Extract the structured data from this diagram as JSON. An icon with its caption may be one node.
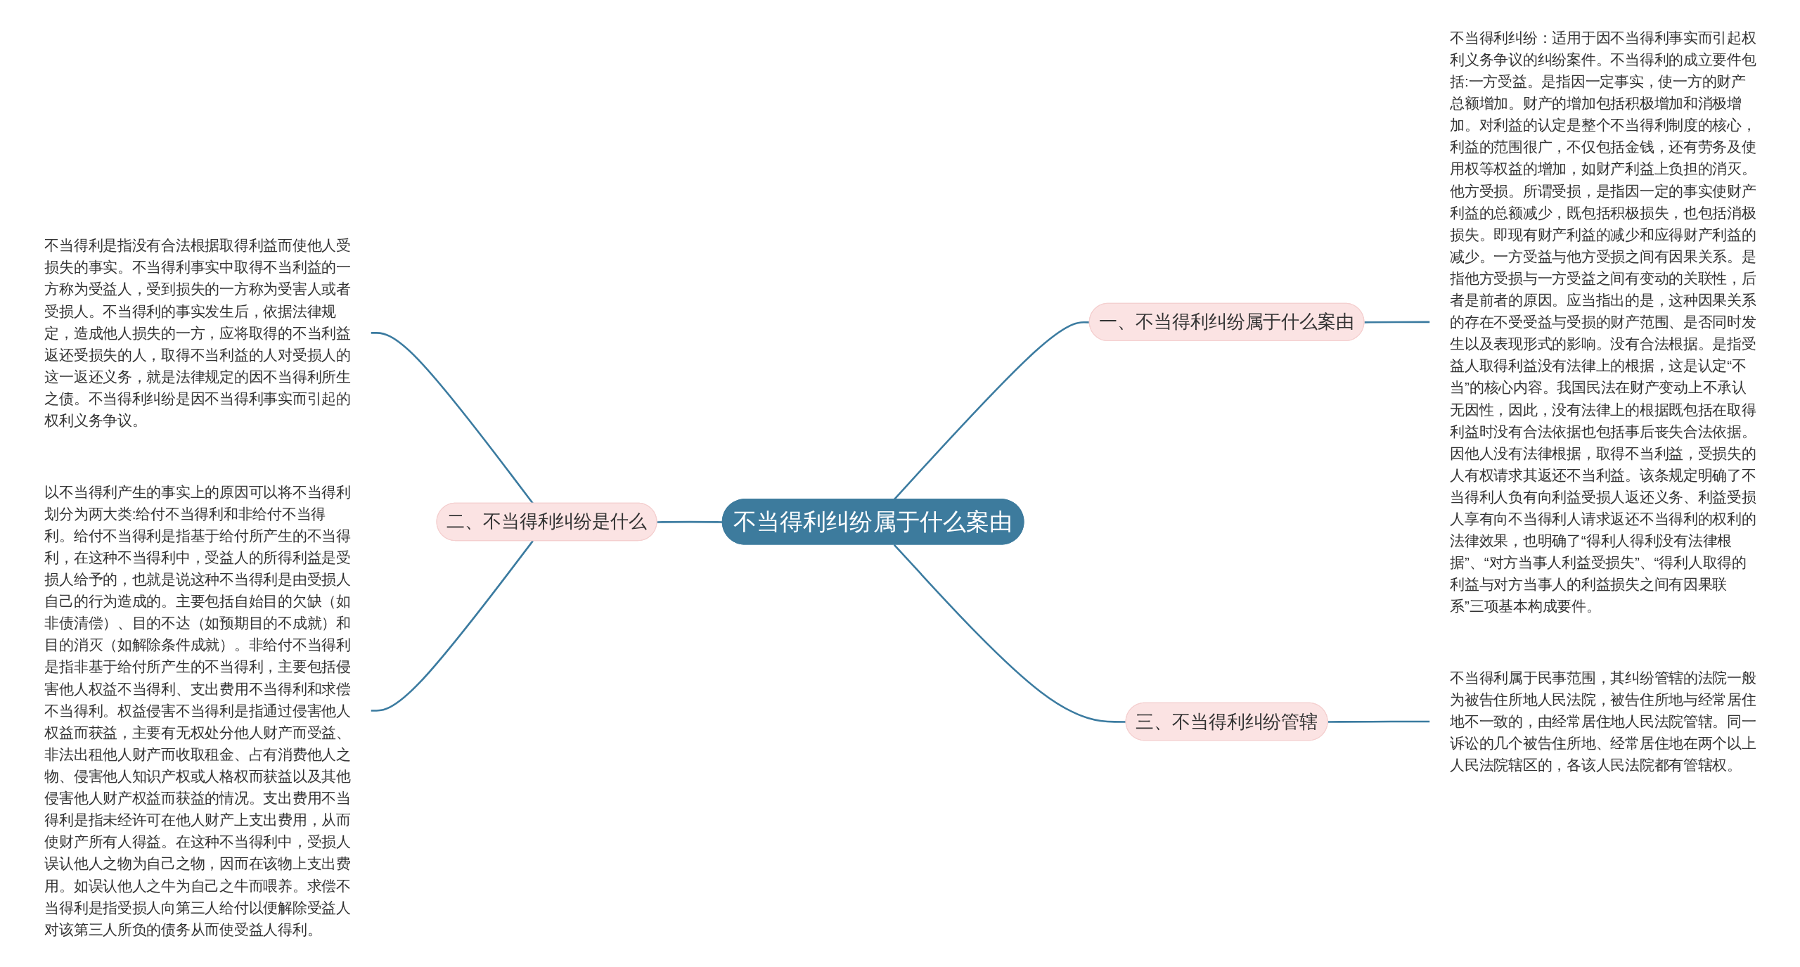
{
  "diagram": {
    "nodes": [
      {
        "text": [
          "不当得利纠纷属于什么案由"
        ]
      },
      {
        "text": [
          "一、不当得利纠纷属于什么案由"
        ]
      },
      {
        "text": [
          "不当得利纠纷：适用于因不当得利事实而引起权利义务争议的纠纷案件。不当得利的成立要件包括:一方受益。是指因一定事实，使一方的财产总额增加。财产的增加包括积极增加和消极增加。对利益的认定是整个不当得利制度的核心，利益的范围很广，不仅包括金钱，还有劳务及使用权等权益的增加，如财产利益上负担的消灭。他方受损。所谓受损，是指因一定的事实使财产利益的总额减少，既包括积极损失，也包括消极损失。即现有财产利益的减少和应得财产利益的减少。一方受益与他方受损之间有因果关系。是指他方受损与一方受益之间有变动的关联性，后者是前者的原因。应当指出的是，这种因果关系的存在不受受益与受损的财产范围、是否同时发生以及表现形式的影响。没有合法根据。是指受益人取得利益没有法律上的根据，这是认定“不当”的核心内容。我国民法在财产变动上不承认无因性，因此，没有法律上的根据既包括在取得利益时没有合法依据也包括事后丧失合法依据。因他人没有法律根据，取得不当利益，受损失的人有权请求其返还不当利益。该条规定明确了不当得利人负有向利益受损人返还义务、利益受损人享有向不当得利人请求返还不当得利的权利的法律效果，也明确了“得利人得利没有法律根据”、“对方当事人利益受损失”、“得利人取得的利益与对方当事人的利益损失之间有因果联系”三项基本构成要件。"
        ]
      },
      {
        "text": [
          "二、不当得利纠纷是什么"
        ]
      },
      {
        "text": [
          "不当得利是指没有合法根据取得利益而使他人受损失的事实。不当得利事实中取得不当利益的一方称为受益人，受到损失的一方称为受害人或者受损人。不当得利的事实发生后，依据法律规定，造成他人损失的一方，应将取得的不当利益返还受损失的人，取得不当利益的人对受损人的这一返还义务，就是法律规定的因不当得利所生之债。不当得利纠纷是因不当得利事实而引起的权利义务争议。"
        ]
      },
      {
        "text": [
          "以不当得利产生的事实上的原因可以将不当得利划分为两大类:给付不当得利和非给付不当得利。给付不当得利是指基于给付所产生的不当得利，在这种不当得利中，受益人的所得利益是受损人给予的，也就是说这种不当得利是由受损人自己的行为造成的。主要包括自始目的欠缺（如非债清偿）、目的不达（如预期目的不成就）和目的消灭（如解除条件成就）。非给付不当得利是指非基于给付所产生的不当得利，主要包括侵害他人权益不当得利、支出费用不当得利和求偿不当得利。权益侵害不当得利是指通过侵害他人权益而获益，主要有无权处分他人财产而受益、非法出租他人财产而收取租金、占有消费他人之物、侵害他人知识产权或人格权而获益以及其他侵害他人财产权益而获益的情况。支出费用不当得利是指未经许可在他人财产上支出费用，从而使财产所有人得益。在这种不当得利中，受损人误认他人之物为自己之物，因而在该物上支出费用。如误认他人之牛为自己之牛而喂养。求偿不当得利是指受损人向第三人给付以便解除受益人对该第三人所负的债务从而使受益人得利。"
        ]
      },
      {
        "text": [
          "三、不当得利纠纷管辖"
        ]
      },
      {
        "text": [
          "不当得利属于民事范围，其纠纷管辖的法院一般为被告住所地人民法院，被告住所地与经常居住地不一致的，由经常居住地人民法院管辖。同一诉讼的几个被告住所地、经常居住地在两个以上人民法院辖区的，各该人民法院都有管辖权。"
        ]
      }
    ],
    "edges": [
      {
        "from": 0,
        "to": 1,
        "arrow": "none"
      },
      {
        "from": 1,
        "to": 2,
        "arrow": "none"
      },
      {
        "from": 0,
        "to": 3,
        "arrow": "none"
      },
      {
        "from": 3,
        "to": 4,
        "arrow": "none"
      },
      {
        "from": 3,
        "to": 5,
        "arrow": "none"
      },
      {
        "from": 0,
        "to": 6,
        "arrow": "none"
      },
      {
        "from": 6,
        "to": 7,
        "arrow": "none"
      }
    ]
  }
}
